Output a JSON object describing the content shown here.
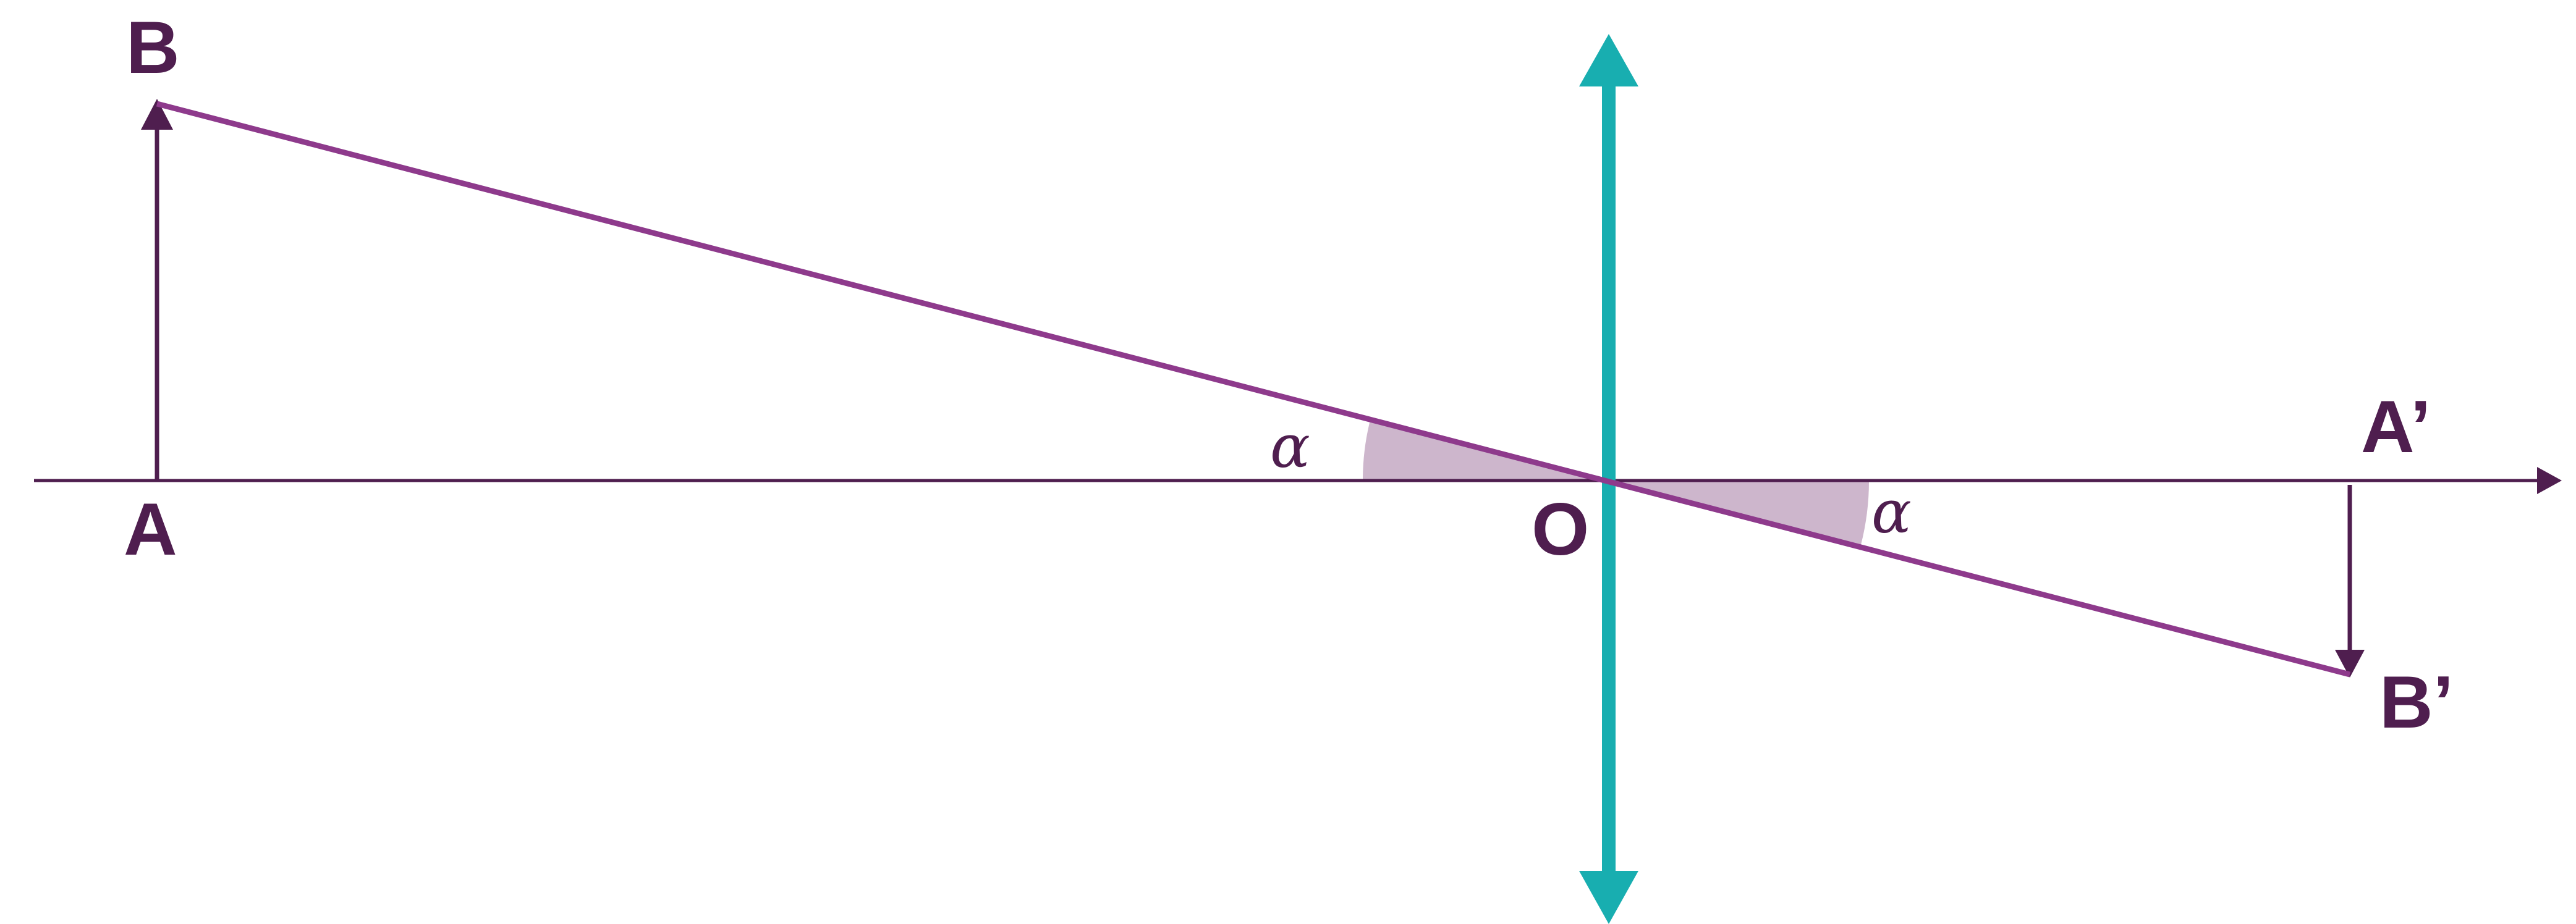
{
  "labels": {
    "B": "B",
    "A": "A",
    "O": "O",
    "A_prime": "A’",
    "B_prime": "B’",
    "alpha_left": "α",
    "alpha_right": "α"
  },
  "colors": {
    "axis": "#4f1e4f",
    "ray": "#8e3a8c",
    "lens": "#18aeb0",
    "angle_fill": "#cdb6cc",
    "object_arrow": "#4f1e4f",
    "text": "#4f1e4f"
  },
  "icons": {
    "lens": "converging-lens-icon",
    "axis_arrow": "arrow-right-icon"
  }
}
